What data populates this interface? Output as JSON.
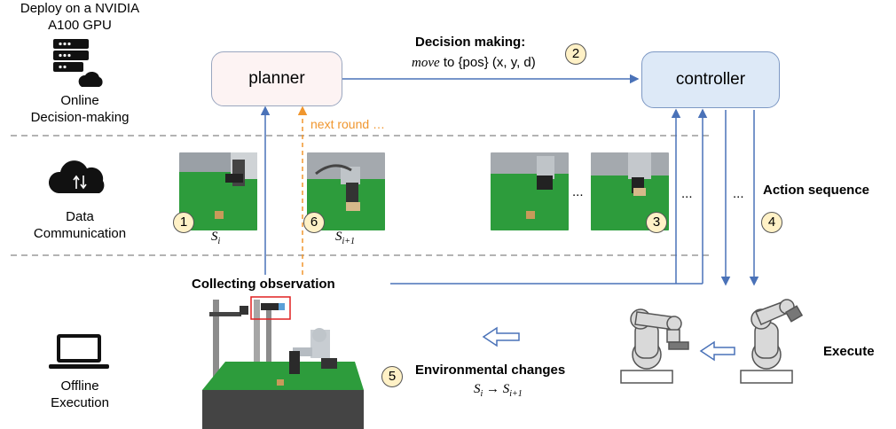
{
  "left_column": {
    "deploy_line1": "Deploy on a NVIDIA",
    "deploy_line2": "A100 GPU",
    "online_line1": "Online",
    "online_line2": "Decision-making",
    "data_line1": "Data",
    "data_line2": "Communication",
    "offline_line1": "Offline",
    "offline_line2": "Execution"
  },
  "nodes": {
    "planner": "planner",
    "controller": "controller"
  },
  "edges": {
    "decision_title": "Decision making:",
    "decision_move": "move",
    "decision_rest": " to {pos} (x, y, d)",
    "next_round": "next round …",
    "collecting": "Collecting observation",
    "action_sequence": "Action sequence",
    "execute": "Execute",
    "env_changes": "Environmental changes",
    "env_formula": "S_i → S_{i+1}"
  },
  "states": {
    "s_i": "S_i",
    "s_i1": "S_{i+1}"
  },
  "step_numbers": [
    "1",
    "2",
    "3",
    "4",
    "5",
    "6"
  ],
  "ellipses": [
    "...",
    "...",
    "..."
  ],
  "colors": {
    "planner_fill": "#fdf3f3",
    "controller_fill": "#dde9f7",
    "arrow_blue": "#4a72b8",
    "arrow_orange": "#f0962e",
    "step_badge": "#fff1c6",
    "table_green": "#2d9c3c"
  },
  "icons": [
    "server-stack-icon",
    "cloud-transfer-icon",
    "laptop-icon",
    "robot-arm-icon",
    "hollow-left-arrow-icon"
  ]
}
